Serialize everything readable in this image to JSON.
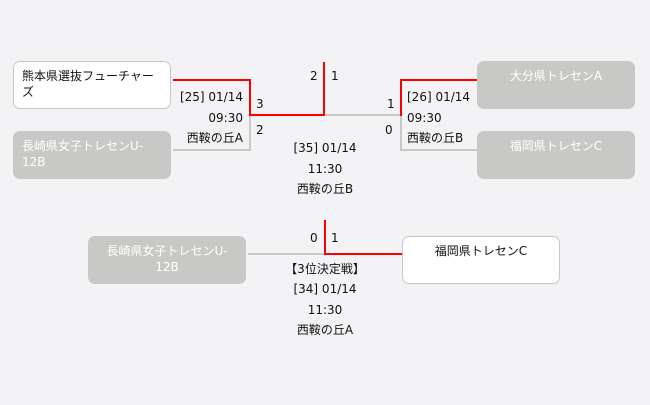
{
  "teams": {
    "kumamoto": "熊本県選抜フューチャーズ",
    "nagasaki": "長崎県女子トレセンU-12B",
    "oita": "大分県トレセンA",
    "fukuoka": "福岡県トレセンC",
    "nagasaki3": "長崎県女子トレセンU-12B",
    "fukuoka3": "福岡県トレセンC"
  },
  "matches": {
    "m25": {
      "id_date": "[25] 01/14",
      "time": "09:30",
      "venue": "西鞍の丘A",
      "score_top": "3",
      "score_bottom": "2"
    },
    "m26": {
      "id_date": "[26] 01/14",
      "time": "09:30",
      "venue": "西鞍の丘B",
      "score_top": "1",
      "score_bottom": "0"
    },
    "m35": {
      "id_date": "[35] 01/14",
      "time": "11:30",
      "venue": "西鞍の丘B",
      "score_left": "2",
      "score_right": "1"
    },
    "m34": {
      "label": "【3位決定戦】",
      "id_date": "[34] 01/14",
      "time": "11:30",
      "venue": "西鞍の丘A",
      "score_left": "0",
      "score_right": "1"
    }
  },
  "colors": {
    "winner_line": "#ff0000",
    "loser_line": "#c8c9c6"
  }
}
